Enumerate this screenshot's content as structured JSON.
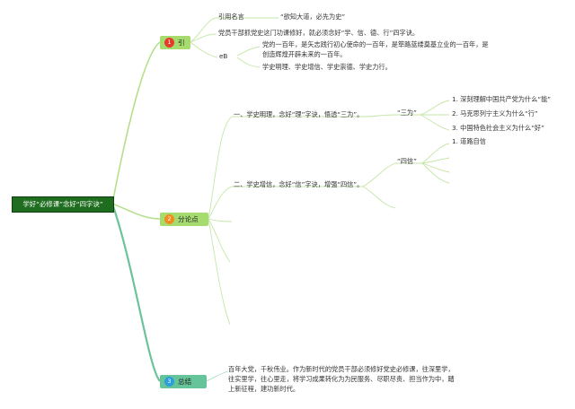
{
  "root": {
    "label": "学好“必修课”念好“四字诀”"
  },
  "topics": [
    {
      "id": "t1",
      "badge": "1",
      "label": "引",
      "color": "#a6dc6f",
      "badge_color": "#e53b2c"
    },
    {
      "id": "t2",
      "badge": "2",
      "label": "分论点",
      "color": "#a6dc6f",
      "badge_color": "#f08c1e"
    },
    {
      "id": "t3",
      "badge": "3",
      "label": "总结",
      "color": "#65c49a",
      "badge_color": "#2b9fd9"
    }
  ],
  "intro": {
    "quote_label": "引用名言",
    "quote": "“欲知大道，必先为史”",
    "line2": "党员干部抓党史这门功课修好，就必须念好“学、信、德、行”四字诀。",
    "eb": "eB",
    "eb_line1a": "党的一百年，是矢志践行初心使命的一百年，是筚路蓝缕奠基立业的一百年，是",
    "eb_line1b": "创造辉煌开辟未来的一百年。",
    "eb_line2": "学史明理、学史增信、学史崇德、学史力行。"
  },
  "points": {
    "p1": "一、学史明理，念好“理”字诀，悟透“三为”。",
    "p1_child": "“三为”",
    "p1_items": [
      "1. 深刻理解中国共产党为什么“能”",
      "2. 马克思列宁主义为什么“行”",
      "3. 中国特色社会主义为什么“好”"
    ],
    "p2": "二、学史增信，念好“信”字诀，增强“四信”。",
    "p2_child": "“四信”",
    "p2_items": [
      "1. 道路自信"
    ]
  },
  "summary": {
    "line1": "百年大党，千秋伟业。作为新时代的党员干部必须修好党史必修课，往深里学，",
    "line2": "往实里学，往心里走，将学习成果转化为为民服务、尽职尽责、担当作为中，踏",
    "line3": "上新征程，建功新时代。"
  }
}
